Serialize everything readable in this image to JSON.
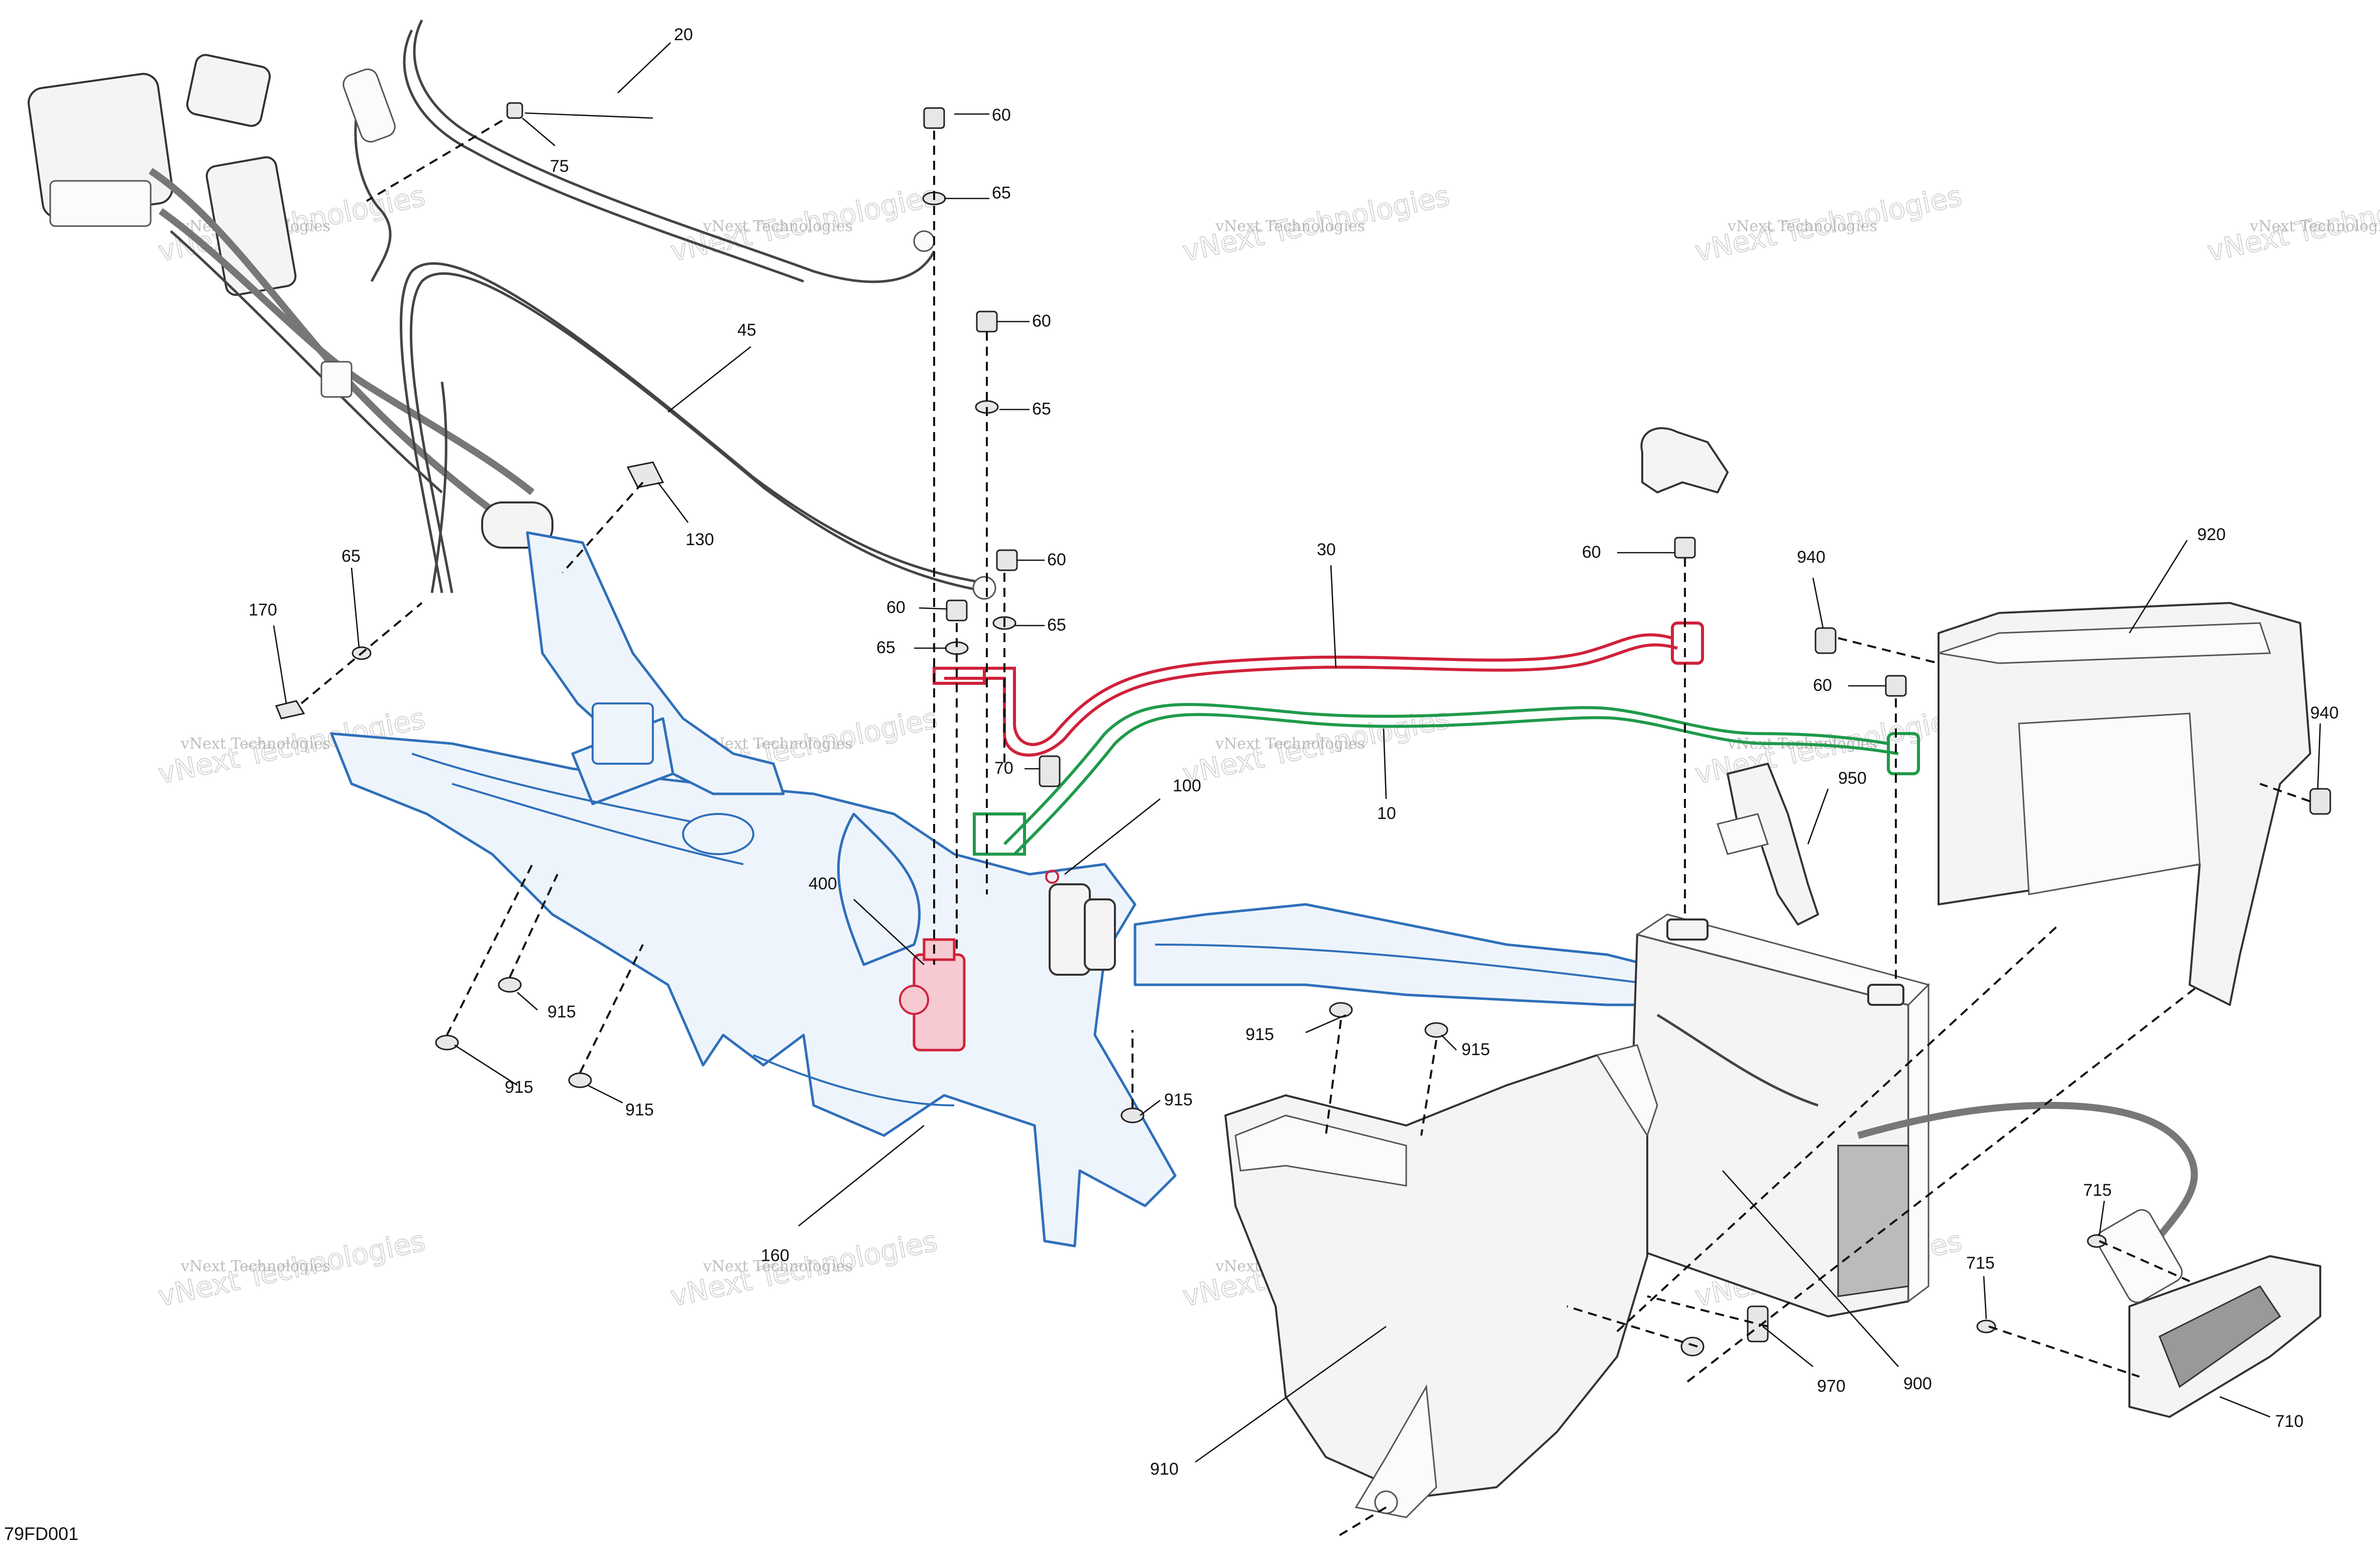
{
  "diagram_code": "79FD001",
  "watermark": {
    "line1": "vNext Technologies",
    "line2": "vNext Technologies"
  },
  "callouts": {
    "c10": "10",
    "c20": "20",
    "c30": "30",
    "c45": "45",
    "c60a": "60",
    "c60b": "60",
    "c60c": "60",
    "c60d": "60",
    "c60e": "60",
    "c60f": "60",
    "c65a": "65",
    "c65b": "65",
    "c65c": "65",
    "c65d": "65",
    "c65e": "65",
    "c70": "70",
    "c75": "75",
    "c100": "100",
    "c130": "130",
    "c160": "160",
    "c170": "170",
    "c400": "400",
    "c710": "710",
    "c715a": "715",
    "c715b": "715",
    "c900": "900",
    "c910": "910",
    "c915a": "915",
    "c915b": "915",
    "c915c": "915",
    "c915d": "915",
    "c915e": "915",
    "c915f": "915",
    "c920": "920",
    "c940a": "940",
    "c940b": "940",
    "c950": "950",
    "c970": "970"
  },
  "colors": {
    "frame": "#2f6fba",
    "cable_red": "#d0213a",
    "cable_green": "#1f9a4a",
    "lines": "#111111"
  }
}
